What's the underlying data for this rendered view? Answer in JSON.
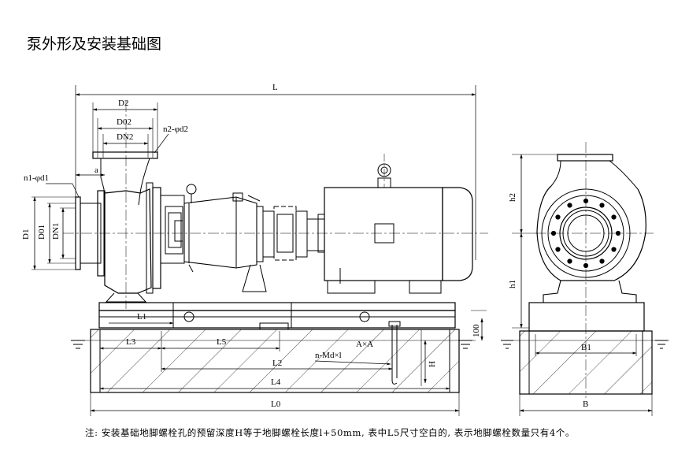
{
  "title": "泵外形及安装基础图",
  "note": "注: 安装基础地脚螺栓孔的预留深度H等于地脚螺栓长度l+50mm, 表中L5尺寸空白的, 表示地脚螺栓数量只有4个。",
  "labels": {
    "L": "L",
    "D2": "D2",
    "D02": "D02",
    "DN2": "DN2",
    "n2_phi_d2": "n2-φd2",
    "n1_phi_d1": "n1-φd1",
    "a": "a",
    "D1": "D1",
    "D01": "D01",
    "DN1": "DN1",
    "L1": "L1",
    "L3": "L3",
    "L5": "L5",
    "L2": "L2",
    "L4": "L4",
    "L0": "L0",
    "AxA": "A×A",
    "n_Mdx1": "n-Md×l",
    "H": "H",
    "dim100": "100",
    "h1": "h1",
    "h2": "h2",
    "B1": "B1",
    "B": "B"
  }
}
